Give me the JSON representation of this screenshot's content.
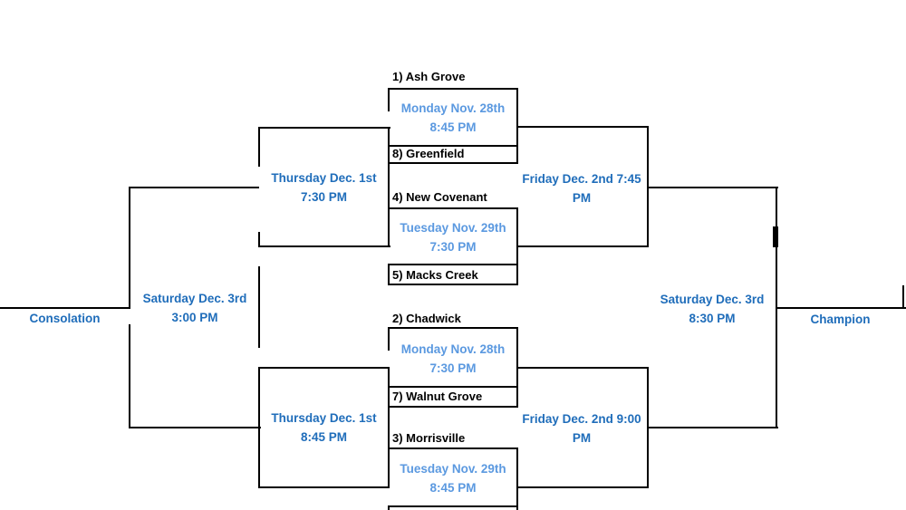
{
  "colors": {
    "line": "#000000",
    "team_text": "#000000",
    "game_time_text": "#5b99e0",
    "round_label_text": "#1f6dba",
    "background": "#ffffff"
  },
  "teams": [
    {
      "label": "1) Ash Grove"
    },
    {
      "label": "8) Greenfield"
    },
    {
      "label": "4) New Covenant"
    },
    {
      "label": "5) Macks Creek"
    },
    {
      "label": "2) Chadwick"
    },
    {
      "label": "7) Walnut Grove"
    },
    {
      "label": "3) Morrisville"
    }
  ],
  "games": {
    "game1": {
      "date": "Monday Nov. 28th",
      "time": "8:45 PM"
    },
    "game2": {
      "date": "Tuesday Nov. 29th",
      "time": "7:30 PM"
    },
    "game3": {
      "date": "Monday Nov. 28th",
      "time": "7:30 PM"
    },
    "game4": {
      "date": "Tuesday Nov. 29th",
      "time": "8:45 PM"
    },
    "semifinal1": {
      "date": "Thursday Dec. 1st",
      "time": "7:30 PM"
    },
    "semifinal2": {
      "date": "Thursday Dec. 1st",
      "time": "8:45 PM"
    },
    "final1": {
      "date": "Friday Dec. 2nd 7:45",
      "time": "PM"
    },
    "final2": {
      "date": "Friday Dec. 2nd 9:00",
      "time": "PM"
    },
    "consolation_game": {
      "date": "Saturday Dec. 3rd",
      "time": "3:00 PM"
    },
    "championship_game": {
      "date": "Saturday Dec. 3rd",
      "time": "8:30 PM"
    }
  },
  "labels": {
    "consolation": "Consolation",
    "champion": "Champion"
  }
}
